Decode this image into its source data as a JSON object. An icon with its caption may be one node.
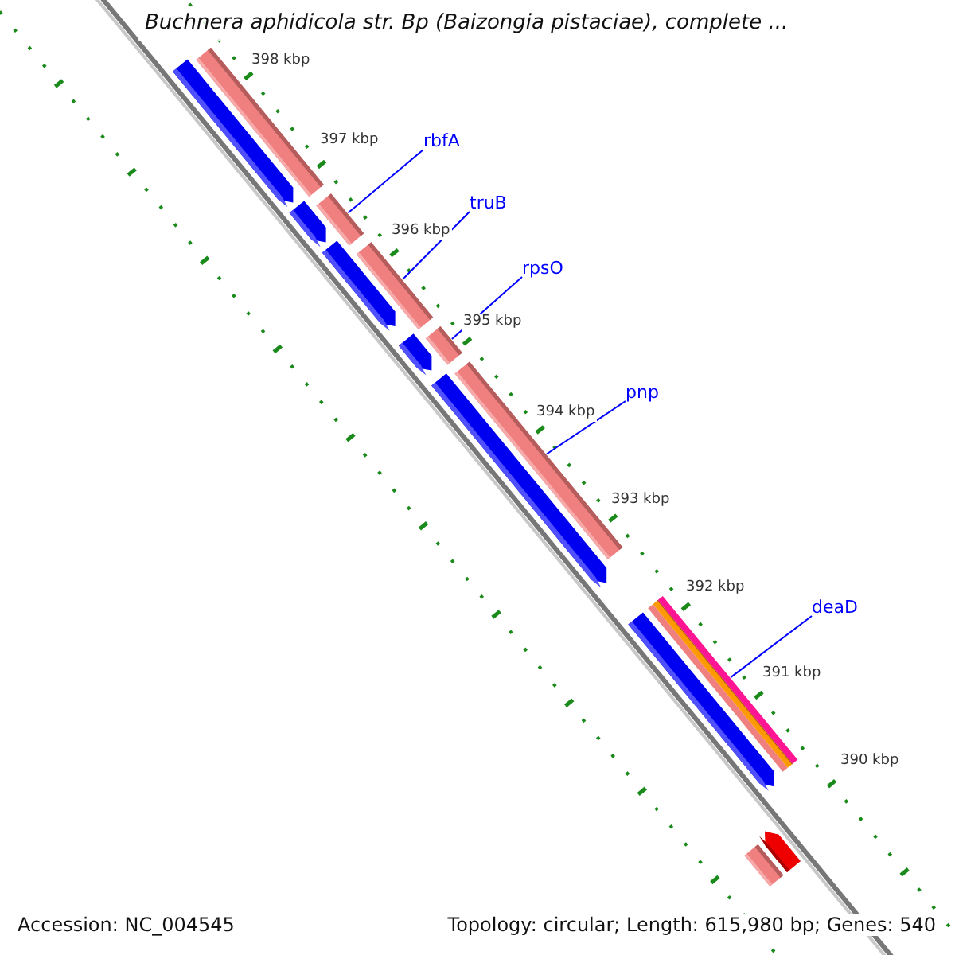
{
  "diagram": {
    "title": "Buchnera aphidicola str. Bp (Baizongia pistaciae), complete ...",
    "nodes": [
      {
        "text": [
          "rbfA"
        ]
      },
      {
        "text": [
          "truB"
        ]
      },
      {
        "text": [
          "rpsO"
        ]
      },
      {
        "text": [
          "pnp"
        ]
      },
      {
        "text": [
          "deaD"
        ]
      },
      {
        "text": [],
        "shape": "bar"
      },
      {
        "text": [],
        "shape": "pentagon"
      },
      {
        "text": [],
        "shape": "bar"
      },
      {
        "text": [],
        "shape": "pentagon"
      },
      {
        "text": [],
        "shape": "bar"
      },
      {
        "text": [],
        "shape": "pentagon"
      },
      {
        "text": [],
        "shape": "bar"
      },
      {
        "text": [],
        "shape": "pentagon"
      },
      {
        "text": [],
        "shape": "bar"
      },
      {
        "text": [],
        "shape": "pentagon"
      },
      {
        "text": [],
        "shape": "bar"
      },
      {
        "text": [],
        "shape": "pentagon"
      },
      {
        "text": [],
        "shape": "pentagon"
      },
      {
        "text": [],
        "shape": "bar"
      }
    ],
    "edges": [
      {
        "from": 0,
        "to": 7,
        "arrow": "none"
      },
      {
        "from": 1,
        "to": 9,
        "arrow": "none"
      },
      {
        "from": 2,
        "to": 11,
        "arrow": "none"
      },
      {
        "from": 3,
        "to": 13,
        "arrow": "none"
      },
      {
        "from": 4,
        "to": 15,
        "arrow": "none"
      }
    ],
    "labels": [
      "398 kbp",
      "397 kbp",
      "396 kbp",
      "395 kbp",
      "394 kbp",
      "393 kbp",
      "392 kbp",
      "391 kbp",
      "390 kbp",
      "Accession: NC_004545",
      "Topology: circular; Length: 615,980 bp; Genes: 540"
    ]
  }
}
